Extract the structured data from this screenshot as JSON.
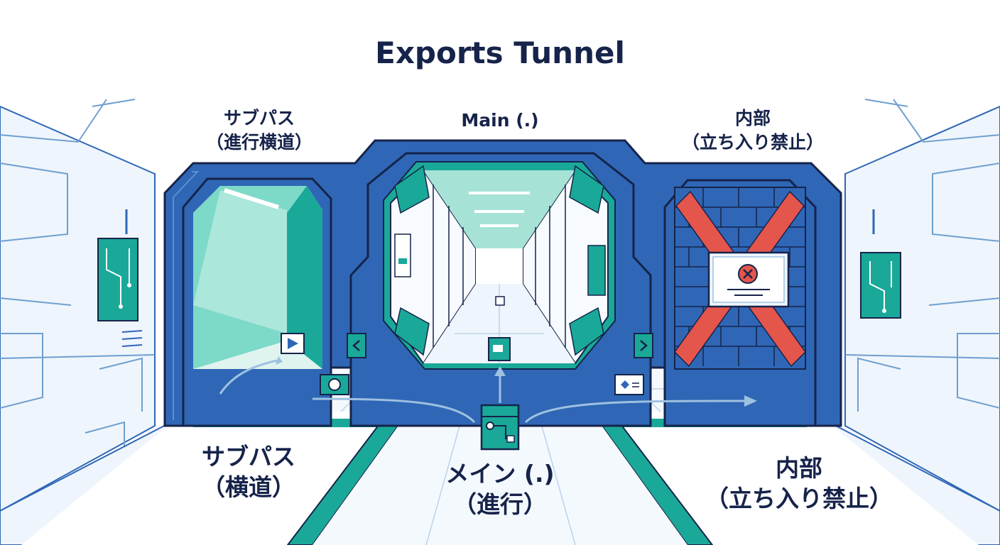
{
  "title": "Exports Tunnel",
  "gates": {
    "subpath": {
      "top_line1": "サブパス",
      "top_line2": "（進行横道）",
      "bottom_line1": "サブパス",
      "bottom_line2": "（横道）"
    },
    "main": {
      "top_line1": "Main (.)",
      "bottom_line1": "メイン (.)",
      "bottom_line2": "（進行）"
    },
    "internal": {
      "top_line1": "内部",
      "top_line2": "（立ち入り禁止）",
      "bottom_line1": "内部",
      "bottom_line2": "（立ち入り禁止）"
    }
  },
  "colors": {
    "navy": "#16234a",
    "blue": "#2f67b6",
    "teal": "#1aa998",
    "red": "#e4554c",
    "line": "#9fc1e0"
  },
  "icons": [
    "play-crate-icon",
    "camera-crate-icon",
    "export-crate-icon",
    "diamond-crate-icon",
    "error-icon",
    "circuit-board-icon",
    "chevron-left-icon",
    "chevron-right-icon"
  ]
}
